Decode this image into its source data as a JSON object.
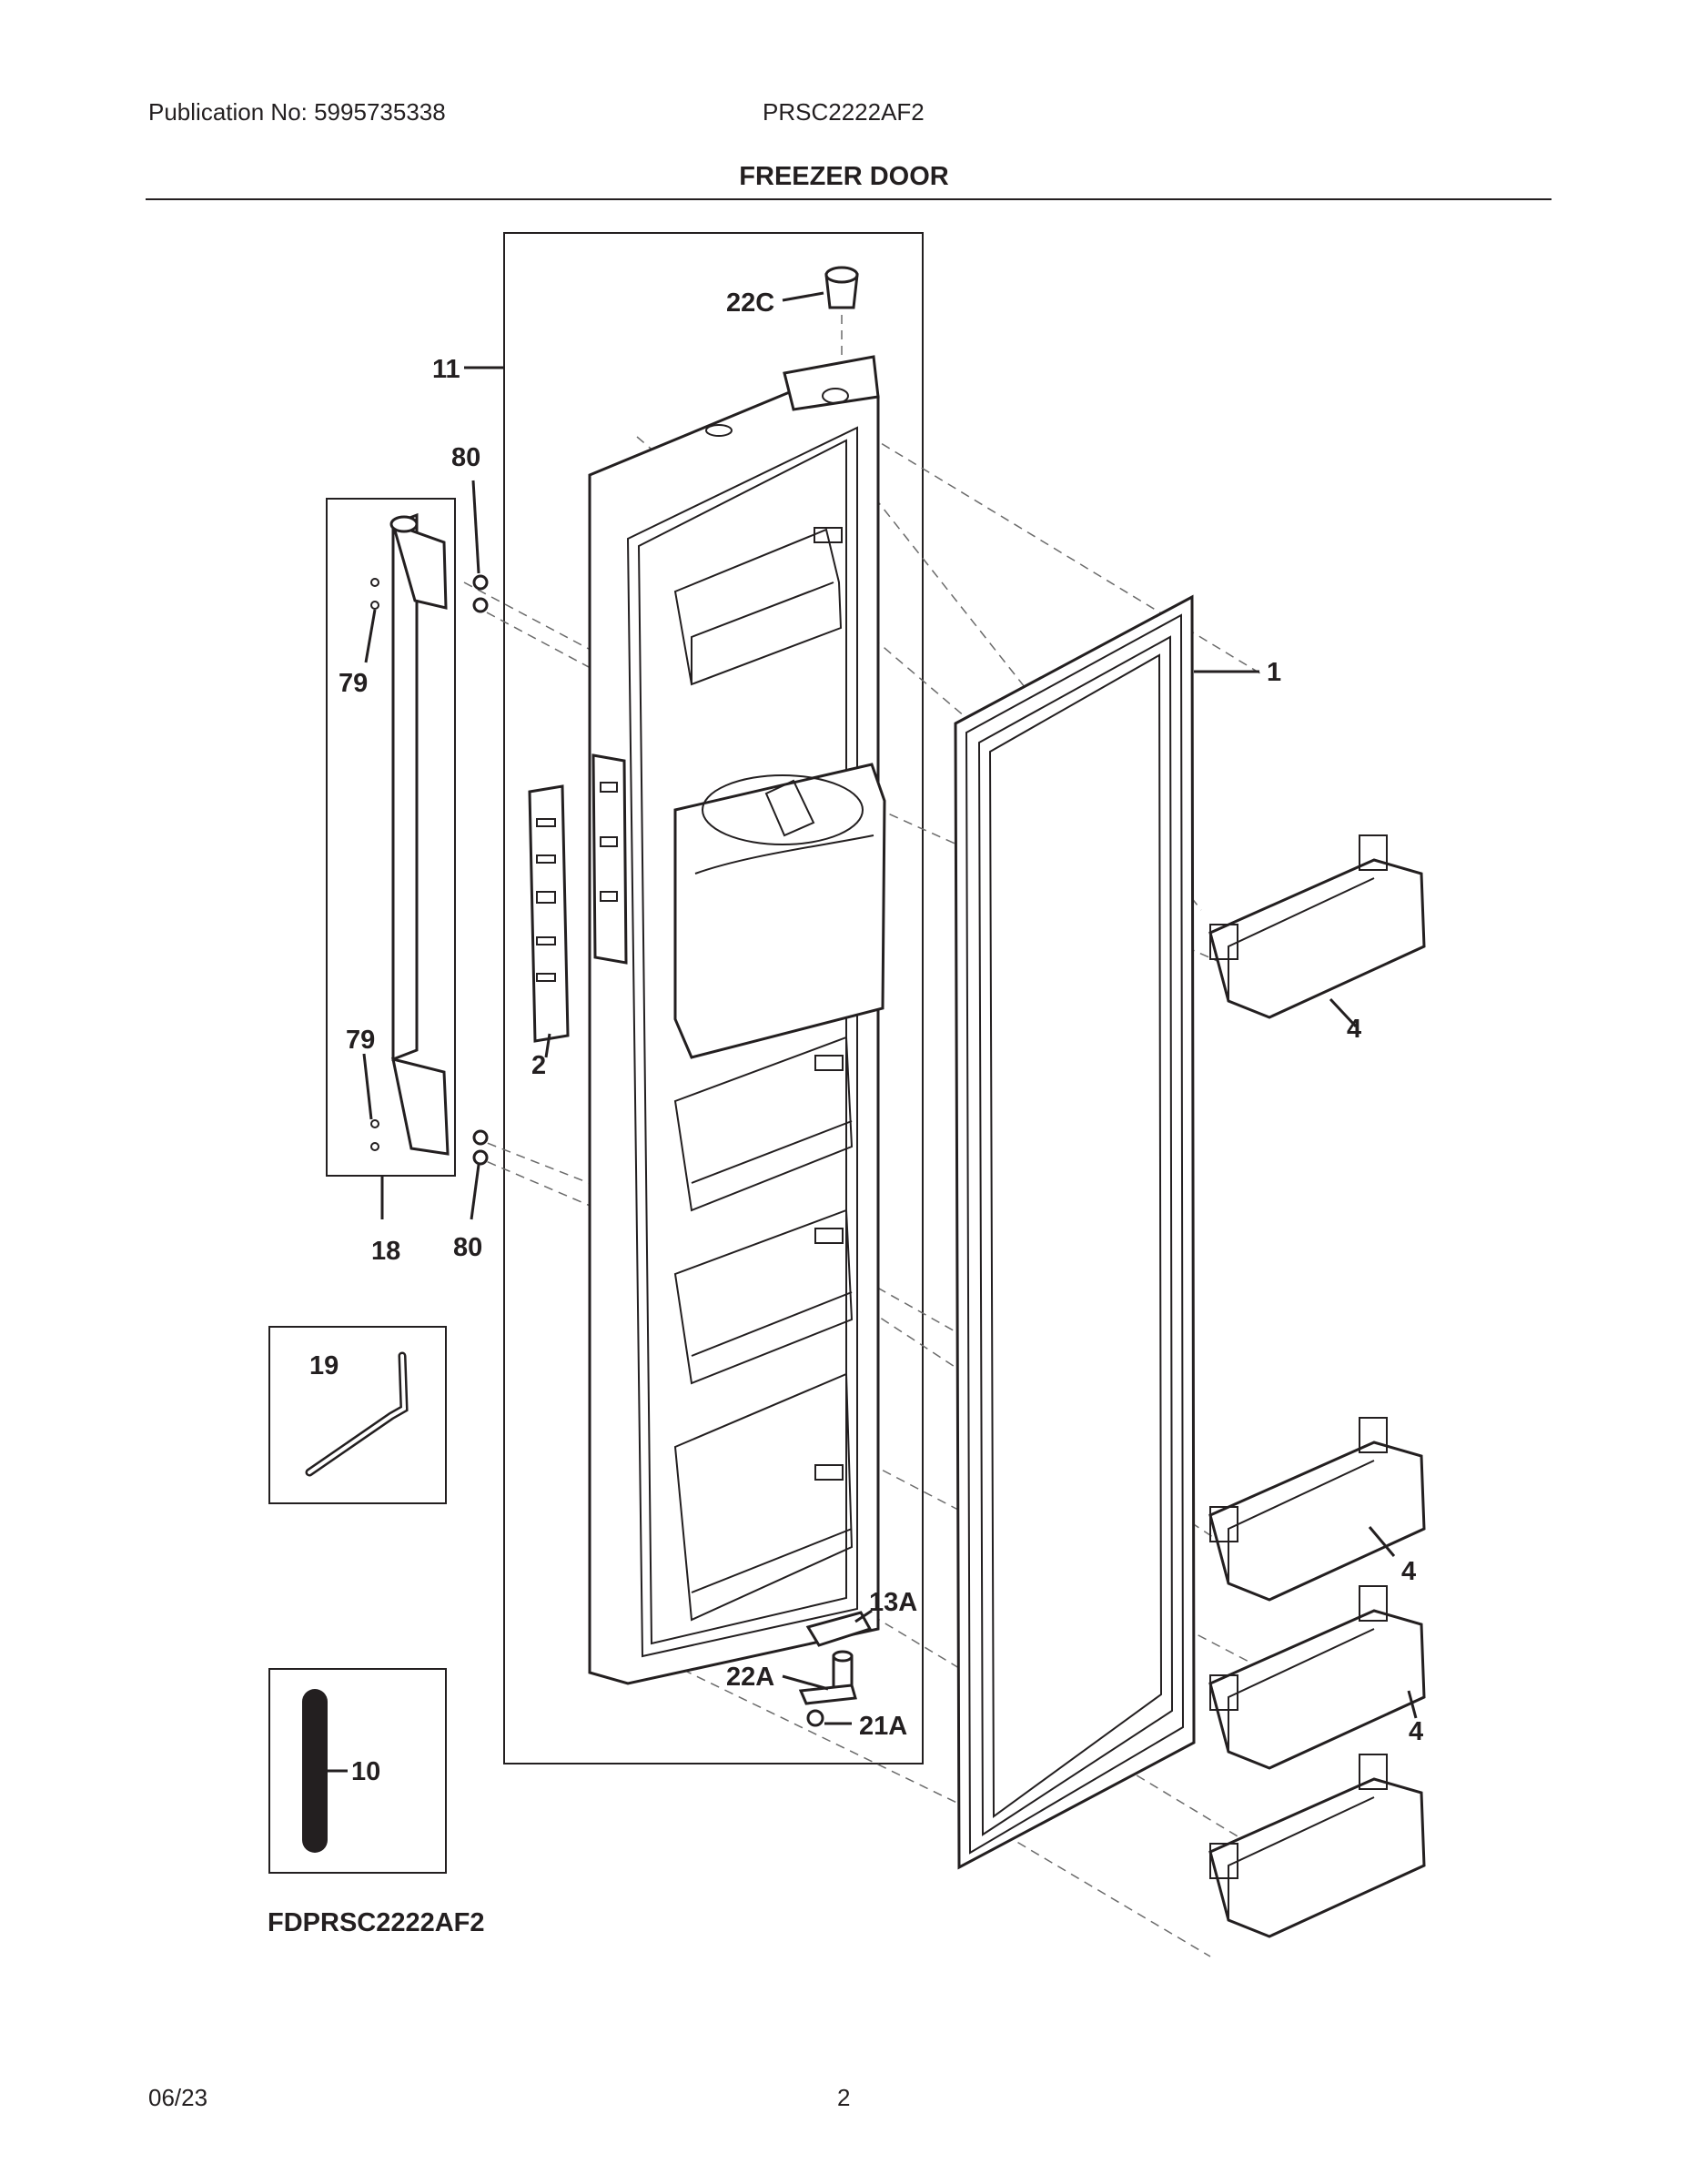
{
  "header": {
    "publication": "Publication No: 5995735338",
    "model": "PRSC2222AF2",
    "title": "FREEZER DOOR"
  },
  "diagram": {
    "code": "FDPRSC2222AF2",
    "callouts": {
      "c22C": "22C",
      "c11": "11",
      "c80_top": "80",
      "c79_top": "79",
      "c1": "1",
      "c4_a": "4",
      "c2": "2",
      "c79_bottom": "79",
      "c18": "18",
      "c80_bottom": "80",
      "c19": "19",
      "c4_b": "4",
      "c13A": "13A",
      "c22A": "22A",
      "c21A": "21A",
      "c4_c": "4",
      "c10": "10"
    }
  },
  "footer": {
    "date": "06/23",
    "page": "2"
  }
}
